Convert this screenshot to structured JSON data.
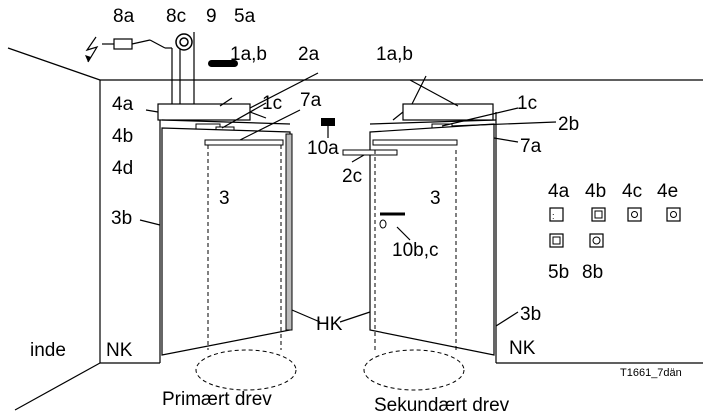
{
  "labels": {
    "8a": "8a",
    "8c": "8c",
    "9": "9",
    "5a": "5a",
    "1ab_left": "1a,b",
    "2a": "2a",
    "1ab_right": "1a,b",
    "4a": "4a",
    "1c_left": "1c",
    "7a_left": "7a",
    "1c_right": "1c",
    "2b": "2b",
    "4b": "4b",
    "10a": "10a",
    "7a_right": "7a",
    "4d": "4d",
    "2c": "2c",
    "3_left": "3",
    "3_right": "3",
    "3b_left": "3b",
    "10bc": "10b,c",
    "hk": "HK",
    "3b_right": "3b",
    "inde": "inde",
    "nk_left": "NK",
    "nk_right": "NK",
    "primary": "Primært drev",
    "secondary": "Sekundært drev",
    "code": "T1661_7dän"
  },
  "panel": {
    "top": [
      "4a",
      "4b",
      "4c",
      "4e"
    ],
    "bottom": [
      "5b",
      "8b"
    ]
  }
}
